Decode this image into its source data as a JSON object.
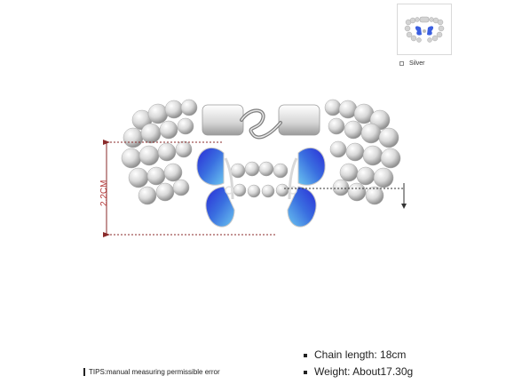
{
  "thumbnail": {
    "variant_label": "Silver"
  },
  "image": {
    "dimension_label": "2.2CM"
  },
  "specs": [
    {
      "label": "Chain length: 18cm"
    },
    {
      "label": "Weight: About17.30g"
    }
  ],
  "tips": {
    "text": "TIPS:manual measuring permissible error"
  },
  "colors": {
    "dimension": "#b53d3d",
    "butterfly_dark": "#2f2fd0",
    "butterfly_light": "#59b8ea",
    "silver": "#cfcfcf"
  }
}
